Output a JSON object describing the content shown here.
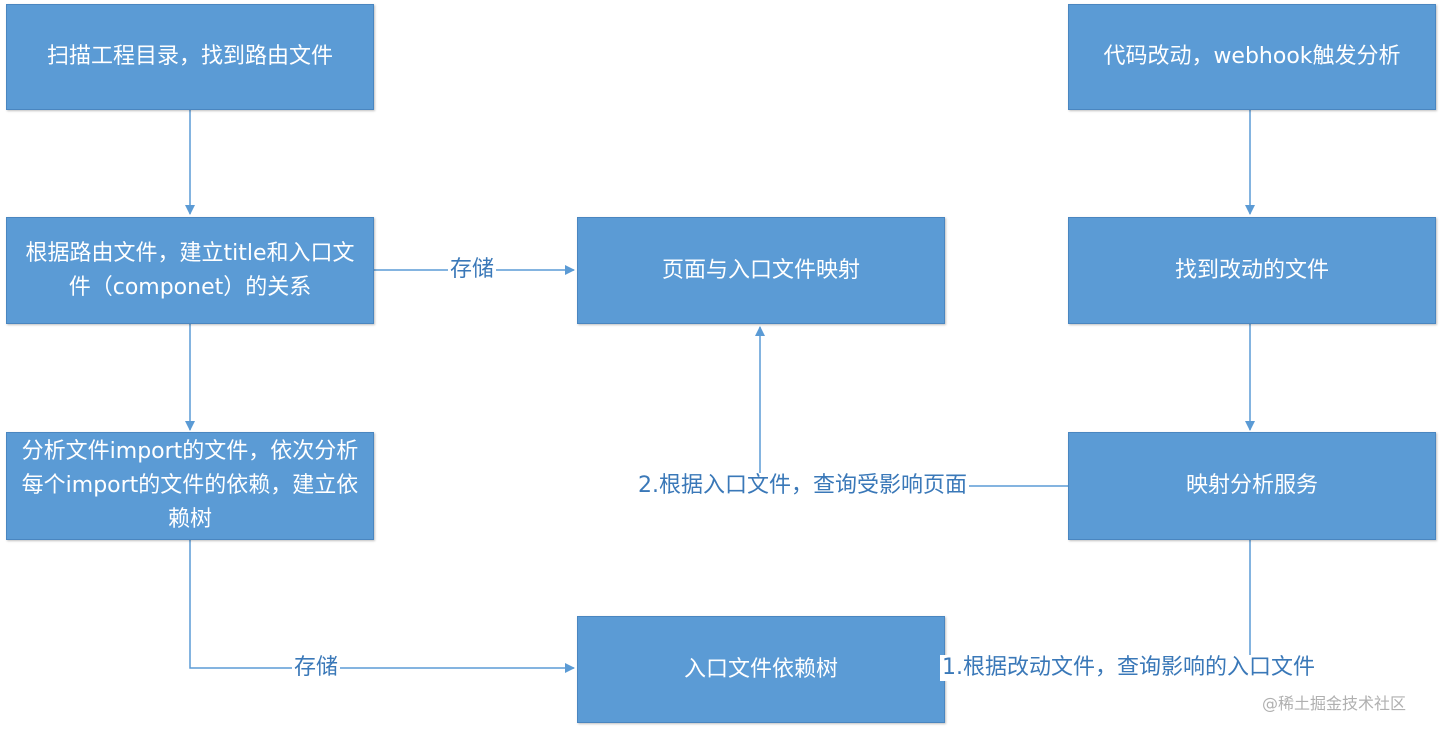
{
  "boxes": {
    "scan": "扫描工程目录，找到路由文件",
    "build_title": "根据路由文件，建立title和入口文件（componet）的关系",
    "analyze_import": "分析文件import的文件，依次分析每个import的文件的依赖，建立依赖树",
    "page_entry_map": "页面与入口文件映射",
    "entry_dep_tree": "入口文件依赖树",
    "code_change": "代码改动，webhook触发分析",
    "find_changed": "找到改动的文件",
    "mapping_service": "映射分析服务"
  },
  "labels": {
    "store_1": "存储",
    "store_2": "存储",
    "query_pages": "2.根据入口文件，查询受影响页面",
    "query_entries": "1.根据改动文件，查询影响的入口文件"
  },
  "watermark": "@稀土掘金技术社区",
  "colors": {
    "box_fill": "#5b9bd5",
    "line": "#5b9bd5"
  }
}
